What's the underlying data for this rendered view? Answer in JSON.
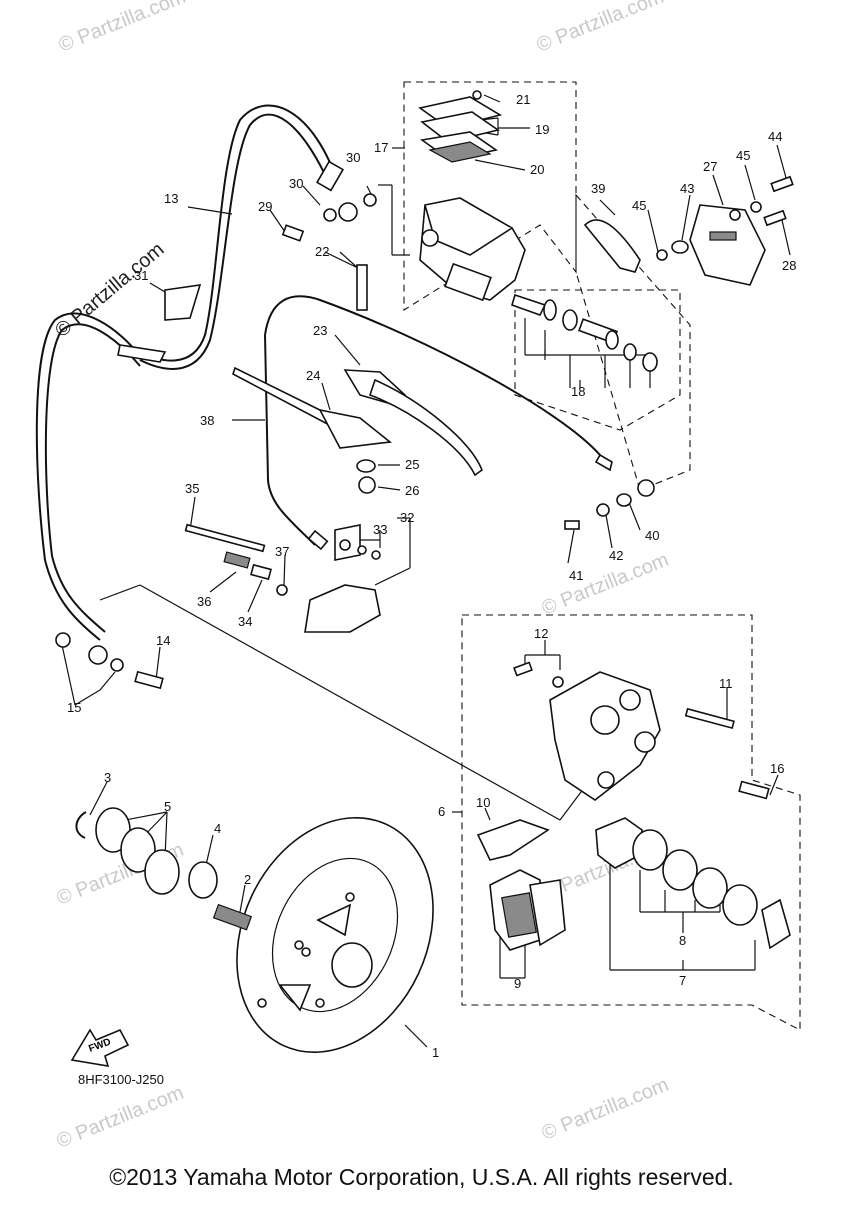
{
  "diagram": {
    "code": "8HF3100-J250",
    "copyright": "©2013 Yamaha Motor Corporation, U.S.A. All rights reserved.",
    "fwd_label": "FWD",
    "watermark": "© Partzilla.com",
    "callouts": {
      "c1": "1",
      "c2": "2",
      "c3": "3",
      "c4": "4",
      "c5": "5",
      "c6": "6",
      "c7": "7",
      "c8": "8",
      "c9": "9",
      "c10": "10",
      "c11": "11",
      "c12": "12",
      "c13": "13",
      "c14": "14",
      "c15": "15",
      "c16": "16",
      "c17": "17",
      "c18": "18",
      "c19": "19",
      "c20": "20",
      "c21": "21",
      "c22": "22",
      "c23": "23",
      "c24": "24",
      "c25": "25",
      "c26": "26",
      "c27": "27",
      "c28": "28",
      "c29": "29",
      "c30a": "30",
      "c30b": "30",
      "c31": "31",
      "c32": "32",
      "c33": "33",
      "c34": "34",
      "c35": "35",
      "c36": "36",
      "c37": "37",
      "c38": "38",
      "c39": "39",
      "c40": "40",
      "c41": "41",
      "c42": "42",
      "c43": "43",
      "c44": "44",
      "c45a": "45",
      "c45b": "45"
    }
  }
}
